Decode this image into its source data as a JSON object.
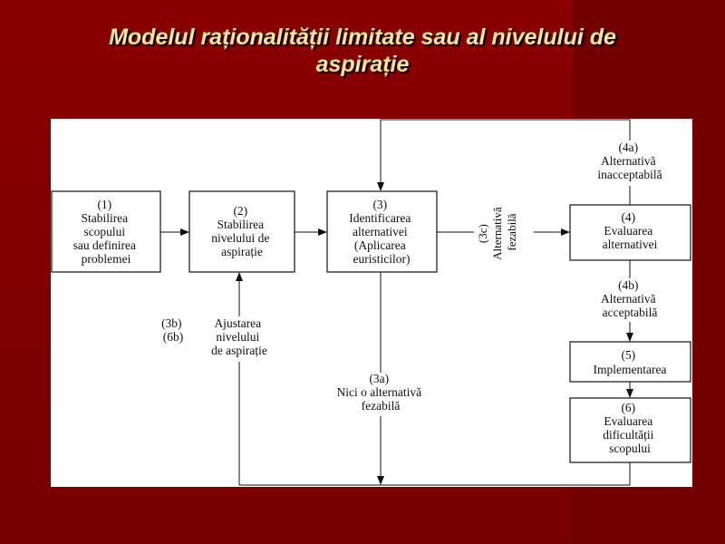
{
  "title_line1": "Modelul raționalității limitate sau al nivelului de",
  "title_line2": "aspirație",
  "boxes": {
    "b1": [
      "(1)",
      "Stabilirea",
      "scopului",
      "sau definirea",
      "problemei"
    ],
    "b2": [
      "(2)",
      "Stabilirea",
      "nivelului de",
      "aspirație"
    ],
    "b3": [
      "(3)",
      "Identificarea",
      "alternativei",
      "(Aplicarea",
      "euristicilor)"
    ],
    "b4": [
      "(4)",
      "Evaluarea",
      "alternativei"
    ],
    "b5": [
      "(5)",
      "Implementarea"
    ],
    "b6": [
      "(6)",
      "Evaluarea",
      "dificultății",
      "scopului"
    ]
  },
  "labels": {
    "l4a": [
      "(4a)",
      "Alternativă",
      "inacceptabilă"
    ],
    "l4b": [
      "(4b)",
      "Alternativă",
      "acceptabilă"
    ],
    "l3a": [
      "(3a)",
      "Nici o alternativă",
      "fezabilă"
    ],
    "l3b": [
      "(3b)",
      "(6b)"
    ],
    "ajust": [
      "Ajustarea",
      "nivelului",
      "de aspirație"
    ],
    "l3c": [
      "(3c)",
      "Alternativă",
      "fezabilă"
    ]
  },
  "colors": {
    "background": "#7e0000",
    "title": "#ffe79a",
    "panel": "#ffffff"
  }
}
